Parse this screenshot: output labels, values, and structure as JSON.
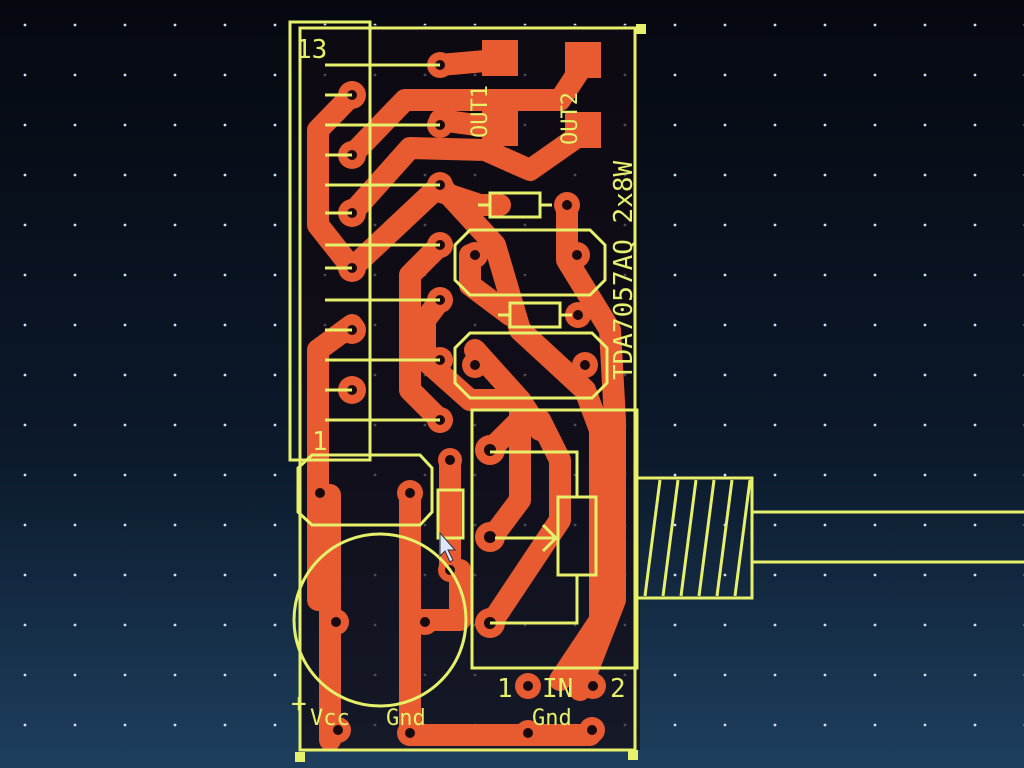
{
  "board": {
    "pin_first": "13",
    "pin_last": "1",
    "out1": "OUT1",
    "out2": "OUT2",
    "chip_label": "TDA7057AQ 2x8W",
    "in_pin1": "1",
    "in_label": "IN",
    "in_pin2": "2",
    "plus": "+",
    "vcc": "Vcc",
    "gnd_power": "Gnd",
    "gnd_input": "Gnd"
  },
  "colors": {
    "background": "#07101c",
    "silkscreen": "#e6f06a",
    "copper": "#e85a30"
  }
}
